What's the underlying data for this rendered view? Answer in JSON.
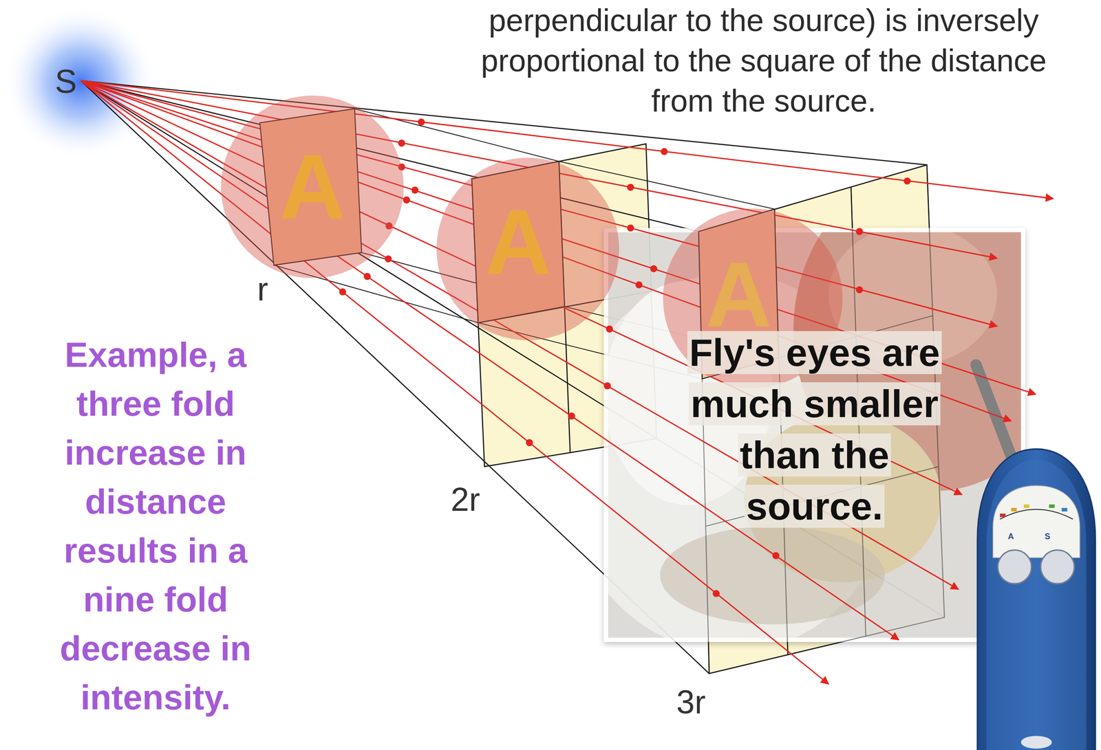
{
  "diagram": {
    "nodes": [
      {
        "text": [
          "A"
        ]
      },
      {
        "text": [
          "A"
        ]
      },
      {
        "text": [
          "A"
        ]
      }
    ],
    "labels": [
      "perpendicular to the source) is inversely proportional to the square of the distance from the source.",
      "S",
      "r",
      "2r",
      "3r",
      "Example, a three fold increase in distance results in a nine fold decrease in intensity.",
      "Fly's eyes are much smaller than the source.",
      "A",
      "S"
    ]
  }
}
